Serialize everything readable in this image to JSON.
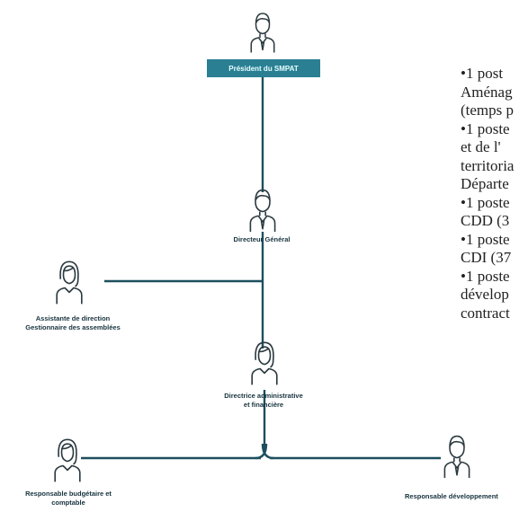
{
  "chart": {
    "top": {
      "title": "Président du SMPAT"
    },
    "dg": {
      "title": "Directeur Général"
    },
    "assistant": {
      "line1": "Assistante de direction",
      "line2": "Gestionnaire des assemblées"
    },
    "daf": {
      "line1": "Directrice administrative",
      "line2": "et financière"
    },
    "budget": {
      "line1": "Responsable budgétaire et",
      "line2": "comptable"
    },
    "dev": {
      "title": "Responsable développement"
    }
  },
  "side_text": [
    "•1 post",
    "Aménag",
    "(temps p",
    "•1 poste",
    "et de l'",
    "territoria",
    "Départe",
    "•1 poste",
    "CDD (3",
    "•1 poste",
    "CDI (37",
    "•1 poste",
    "dévelop",
    "contract"
  ],
  "colors": {
    "line": "#1d4f5e",
    "banner": "#2a7f93",
    "person": "#2b3a40"
  }
}
